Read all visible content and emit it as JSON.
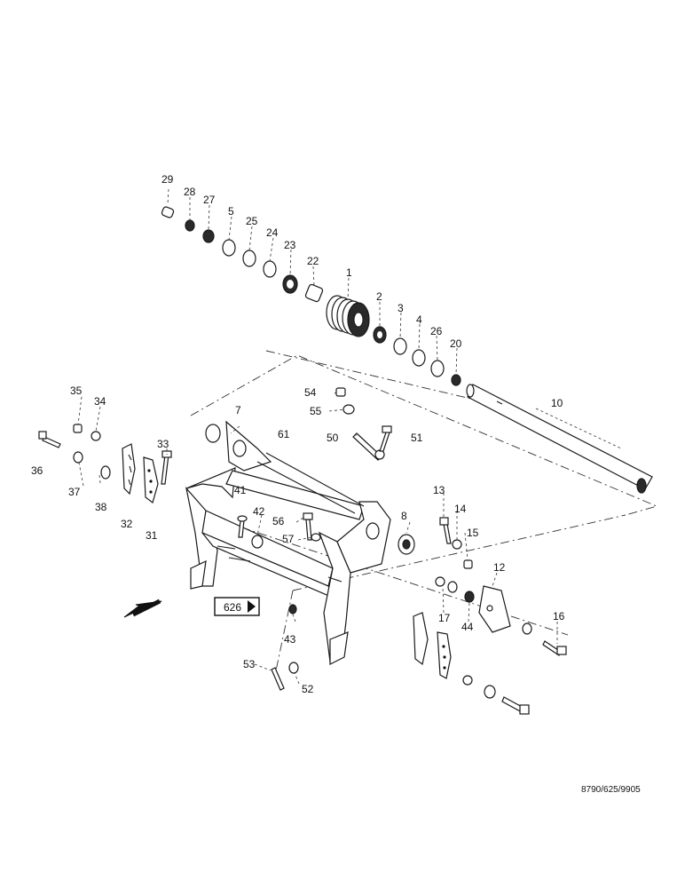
{
  "labels": {
    "l1": "1",
    "l2": "2",
    "l3": "3",
    "l4": "4",
    "l5": "5",
    "l7": "7",
    "l8": "8",
    "l10": "10",
    "l12": "12",
    "l13": "13",
    "l14": "14",
    "l15": "15",
    "l16": "16",
    "l17": "17",
    "l20": "20",
    "l22": "22",
    "l23": "23",
    "l24": "24",
    "l25": "25",
    "l26": "26",
    "l27": "27",
    "l28": "28",
    "l29": "29",
    "l31": "31",
    "l32": "32",
    "l33": "33",
    "l34": "34",
    "l35": "35",
    "l36": "36",
    "l37": "37",
    "l38": "38",
    "l41": "41",
    "l42": "42",
    "l43": "43",
    "l44": "44",
    "l50": "50",
    "l51": "51",
    "l52": "52",
    "l53": "53",
    "l54": "54",
    "l55": "55",
    "l56": "56",
    "l57": "57",
    "l61": "61"
  },
  "page_ref": "626",
  "drawing_ref": "8790/625/9905"
}
